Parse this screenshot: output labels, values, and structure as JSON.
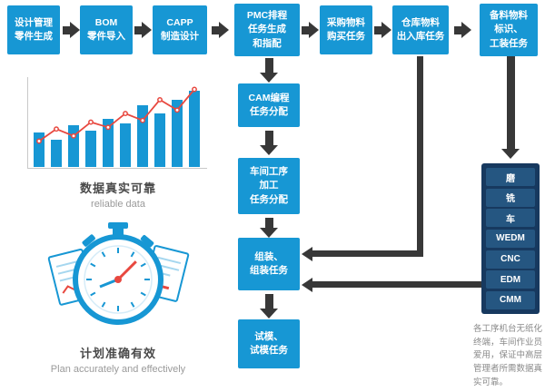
{
  "flow": {
    "top": [
      {
        "label": "设计管理\n零件生成"
      },
      {
        "label": "BOM\n零件导入"
      },
      {
        "label": "CAPP\n制造设计"
      },
      {
        "label": "PMC排程\n任务生成\n和指配"
      },
      {
        "label": "采购物料\n购买任务"
      },
      {
        "label": "仓库物料\n出入库任务"
      },
      {
        "label": "备料物料\n标识、\n工装任务"
      }
    ],
    "middle": [
      {
        "label": "CAM编程\n任务分配"
      },
      {
        "label": "车间工序\n加工\n任务分配"
      },
      {
        "label": "组装、\n组装任务"
      },
      {
        "label": "试模、\n试模任务"
      }
    ],
    "machines": [
      "磨",
      "铣",
      "车",
      "WEDM",
      "CNC",
      "EDM",
      "CMM"
    ]
  },
  "left": {
    "chart_caption": "数据真实可靠",
    "chart_caption_en": "reliable data",
    "plan_caption": "计划准确有效",
    "plan_caption_en": "Plan accurately and effectively"
  },
  "note": "各工序机台无纸化终端，车间作业员爱用，保证中高层管理者所需数据真实可靠。",
  "colors": {
    "box_blue": "#1797d4",
    "panel_navy": "#17395f",
    "row_blue": "#255681",
    "arrow_dark": "#383838",
    "accent_red": "#e8483f"
  },
  "chart_data": {
    "type": "bar",
    "categories": [],
    "series": [
      {
        "name": "bars",
        "values": [
          40,
          32,
          48,
          42,
          56,
          50,
          72,
          62,
          78,
          88
        ]
      },
      {
        "name": "line",
        "values": [
          30,
          44,
          36,
          52,
          46,
          62,
          54,
          78,
          66,
          90
        ]
      }
    ],
    "title": "数据真实可靠",
    "xlabel": "",
    "ylabel": "",
    "ylim": [
      0,
      100
    ],
    "grid": false,
    "legend": false
  }
}
